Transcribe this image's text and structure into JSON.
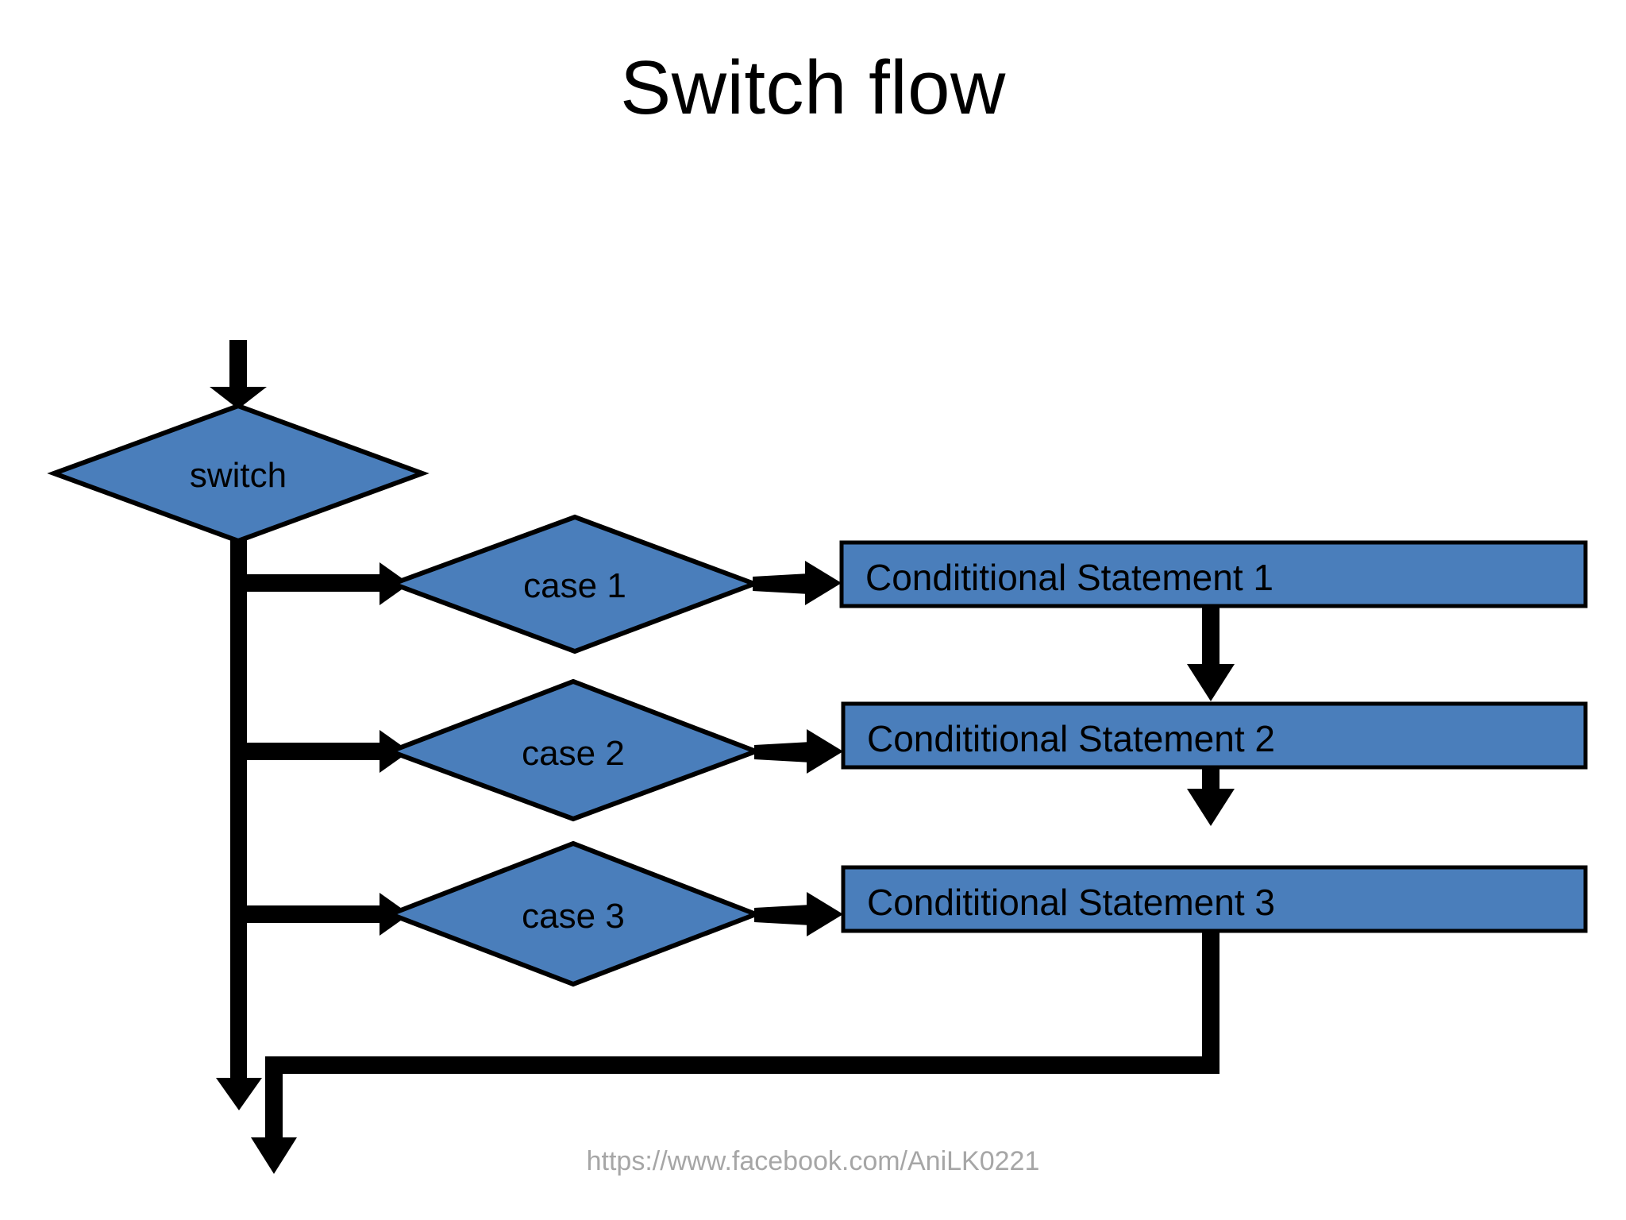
{
  "title": "Switch flow",
  "credit": "https://www.facebook.com/AniLK0221",
  "colors": {
    "shape_fill": "#4a7ebb",
    "shape_stroke": "#000000",
    "connector": "#000000",
    "title_text": "#000000",
    "credit_text": "#a6a6a6",
    "background": "#ffffff"
  },
  "diagram": {
    "type": "flowchart",
    "decision_nodes": [
      {
        "id": "switch",
        "label": "switch",
        "shape": "diamond"
      },
      {
        "id": "case1",
        "label": "case 1",
        "shape": "diamond"
      },
      {
        "id": "case2",
        "label": "case 2",
        "shape": "diamond"
      },
      {
        "id": "case3",
        "label": "case 3",
        "shape": "diamond"
      }
    ],
    "process_nodes": [
      {
        "id": "stmt1",
        "label": "Condititional Statement 1",
        "shape": "rectangle"
      },
      {
        "id": "stmt2",
        "label": "Condititional Statement 2",
        "shape": "rectangle"
      },
      {
        "id": "stmt3",
        "label": "Condititional Statement 3",
        "shape": "rectangle"
      }
    ],
    "edges": [
      {
        "from": "entry",
        "to": "switch",
        "kind": "arrow-down"
      },
      {
        "from": "switch",
        "to": "case1",
        "kind": "arrow-right"
      },
      {
        "from": "switch",
        "to": "case2",
        "kind": "arrow-right"
      },
      {
        "from": "switch",
        "to": "case3",
        "kind": "arrow-right"
      },
      {
        "from": "case1",
        "to": "stmt1",
        "kind": "arrow-right"
      },
      {
        "from": "case2",
        "to": "stmt2",
        "kind": "arrow-right"
      },
      {
        "from": "case3",
        "to": "stmt3",
        "kind": "arrow-right"
      },
      {
        "from": "stmt1",
        "to": "stmt2",
        "kind": "arrow-down-fallthrough"
      },
      {
        "from": "stmt2",
        "to": "stmt3",
        "kind": "arrow-down-fallthrough"
      },
      {
        "from": "switch",
        "to": "exit-default",
        "kind": "arrow-down-spine"
      },
      {
        "from": "stmt3",
        "to": "exit-merge",
        "kind": "elbow-left-then-down"
      }
    ]
  }
}
